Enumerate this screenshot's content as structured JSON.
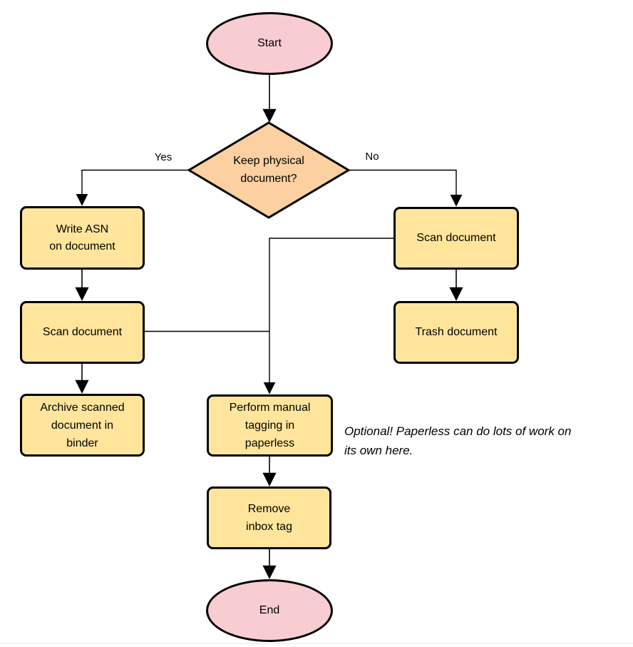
{
  "diagram": {
    "nodes": {
      "start": {
        "label": "Start",
        "type": "terminator"
      },
      "decision": {
        "label": "Keep physical\ndocument?",
        "type": "decision"
      },
      "write_asn": {
        "label": "Write ASN\non document",
        "type": "process"
      },
      "scan_left": {
        "label": "Scan document",
        "type": "process"
      },
      "archive": {
        "label": "Archive scanned\ndocument in\nbinder",
        "type": "process"
      },
      "scan_right": {
        "label": "Scan document",
        "type": "process"
      },
      "trash": {
        "label": "Trash document",
        "type": "process"
      },
      "perform_tagging": {
        "label": "Perform manual\ntagging in\npaperless",
        "type": "process"
      },
      "remove_inbox": {
        "label": "Remove\ninbox tag",
        "type": "process"
      },
      "end": {
        "label": "End",
        "type": "terminator"
      }
    },
    "edge_labels": {
      "yes": "Yes",
      "no": "No"
    },
    "note": {
      "line1": "Optional! Paperless can do lots of work on",
      "line2": "its own here."
    },
    "colors": {
      "terminator_fill": "#f7cdd1",
      "decision_fill": "#fcd0a0",
      "process_fill": "#ffe59b",
      "stroke": "#000000",
      "bottom_rule": "#e9eaec"
    }
  }
}
